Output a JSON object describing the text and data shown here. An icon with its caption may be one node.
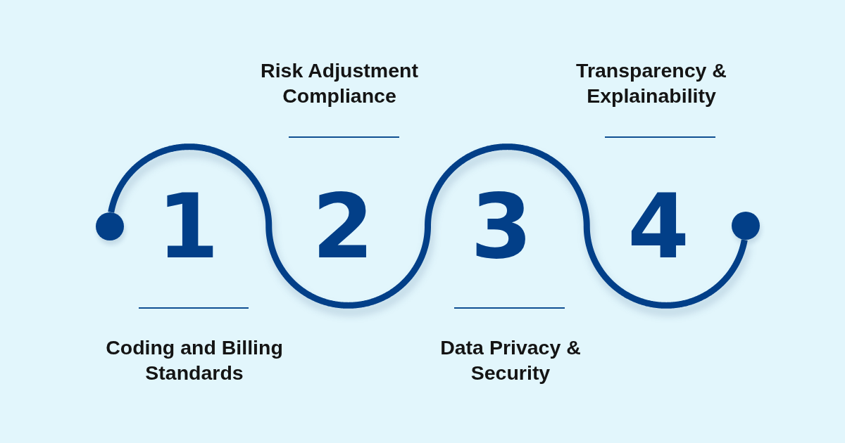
{
  "diagram": {
    "nodes": [
      {
        "text": [],
        "shape": "circle"
      },
      {
        "text": [],
        "shape": "circle"
      }
    ],
    "edges": [
      {
        "from": 0,
        "to": 1,
        "arrow": "none"
      }
    ],
    "labels": [
      "Risk Adjustment Compliance",
      "Transparency & Explainability",
      "1",
      "2",
      "3",
      "4",
      "Coding and Billing Standards",
      "Data Privacy & Security"
    ]
  }
}
